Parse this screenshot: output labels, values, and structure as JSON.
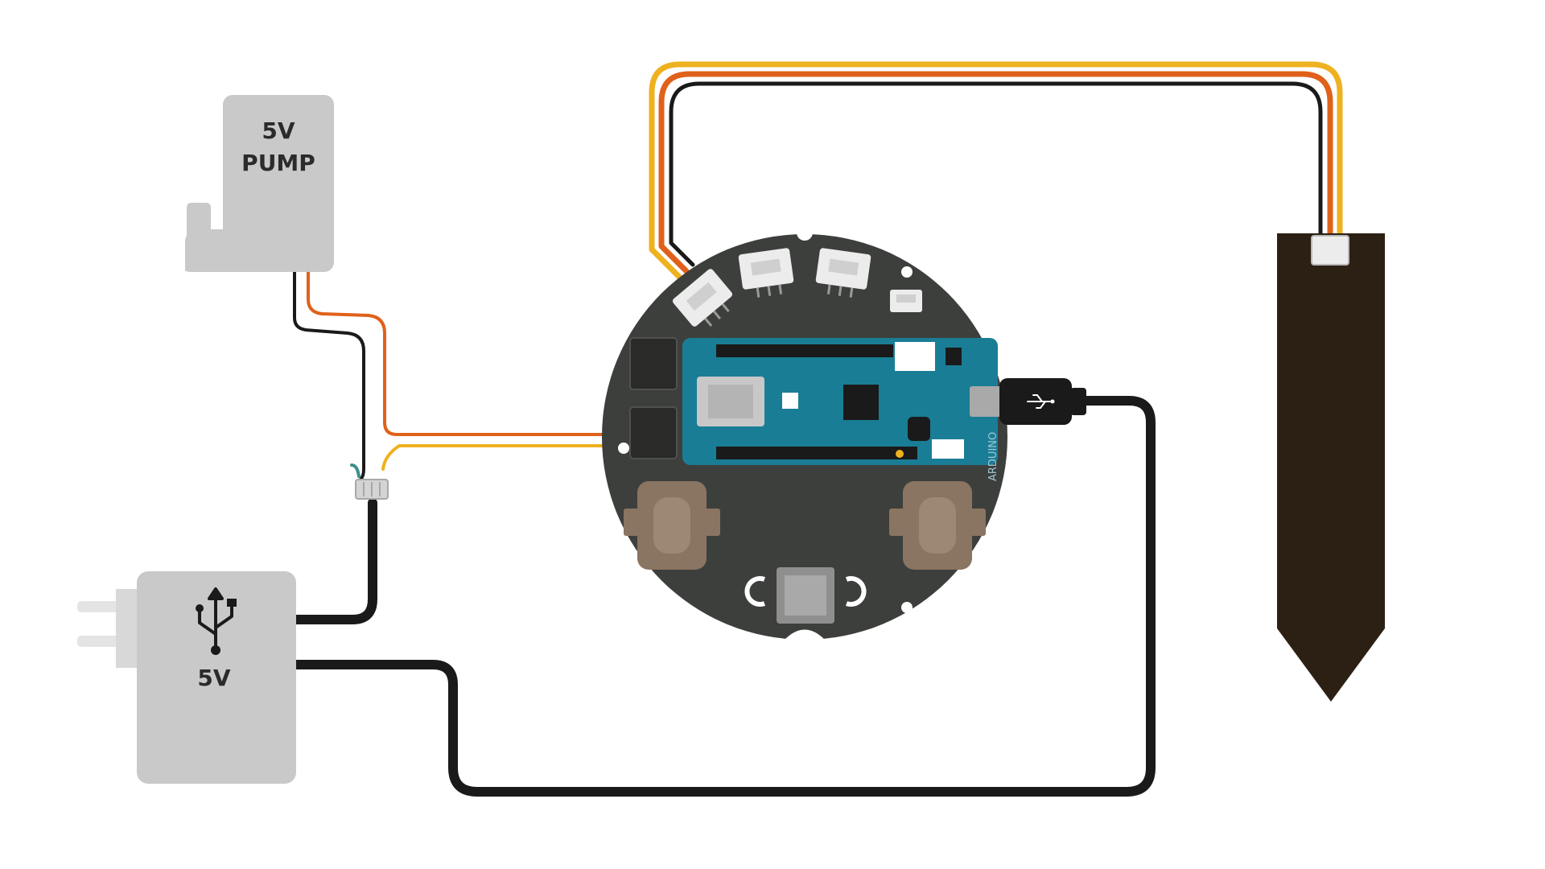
{
  "pump": {
    "line1": "5V",
    "line2": "PUMP"
  },
  "power_adapter": {
    "label": "5V",
    "icon": "usb-icon"
  },
  "board": {
    "name": "ARDUINO",
    "connector_icon": "usb-icon"
  },
  "colors": {
    "background": "#ffffff",
    "device_gray": "#c9c9c9",
    "wire_black": "#1a1a1a",
    "wire_orange": "#e0611a",
    "wire_yellow": "#eeb11f",
    "wire_teal": "#3c8f8c",
    "carrier_board": "#3d3f3c",
    "mcu_board": "#1a7d96",
    "sensor_probe": "#2c2015",
    "relay_brown": "#8a7462"
  }
}
